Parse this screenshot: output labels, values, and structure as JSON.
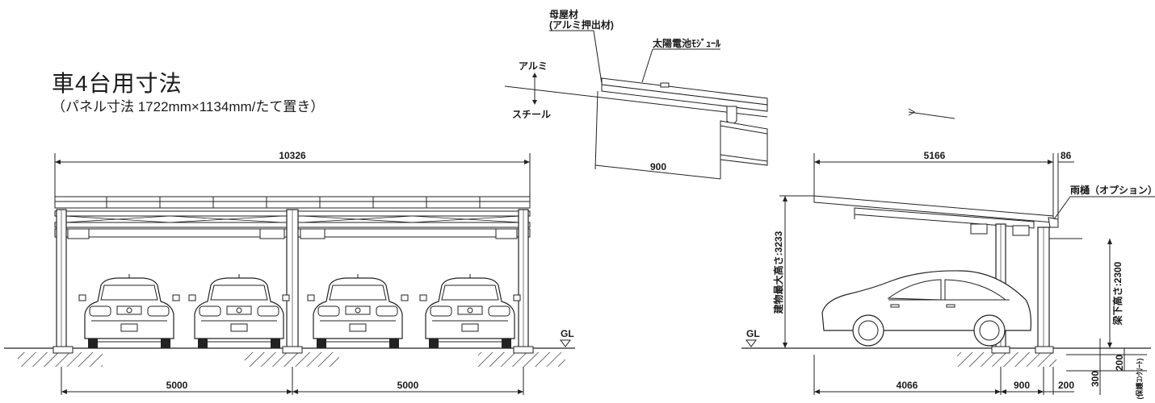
{
  "title": "車4台用寸法",
  "subtitle": "（パネル寸法 1722mm×1134mm/たて置き）",
  "front_view": {
    "overall_width": "10326",
    "span_left": "5000",
    "span_right": "5000",
    "ground_label": "GL"
  },
  "detail_view": {
    "purlin_label_line1": "母屋材",
    "purlin_label_line2": "(アルミ押出材)",
    "module_label": "太陽電池ﾓｼﾞｭｰﾙ",
    "aluminum_label": "アルミ",
    "steel_label": "スチール",
    "dim_900": "900"
  },
  "side_view": {
    "depth": "5166",
    "overhang": "86",
    "gutter_label": "雨樋（オプション）",
    "max_height_label": "建物最大高さ:3233",
    "beam_clearance_label": "梁下高さ:2300",
    "dim_4066": "4066",
    "dim_900": "900",
    "dim_200": "200",
    "dim_300": "300",
    "dim_200b": "200",
    "protect_label": "(保護ｺﾝｸﾘｰﾄ)",
    "ground_label": "GL"
  }
}
